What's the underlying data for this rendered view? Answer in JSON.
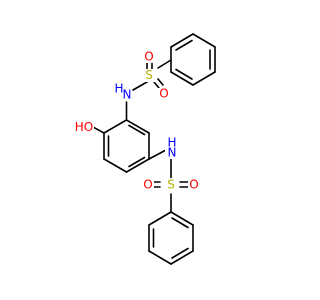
{
  "colors": {
    "bond": "#000000",
    "oxygen": "#ff0000",
    "nitrogen": "#0000ff",
    "sulfur": "#b2b200",
    "background": "#ffffff"
  },
  "labels": {
    "hydroxyl": "HO",
    "upper_nh": "NH",
    "upper_h": "H",
    "upper_n": "N",
    "upper_s": "S",
    "upper_o_left": "O",
    "upper_o_bottom": "O",
    "lower_h": "H",
    "lower_n": "N",
    "lower_s": "S",
    "lower_o_left": "O",
    "lower_o_right": "O"
  }
}
